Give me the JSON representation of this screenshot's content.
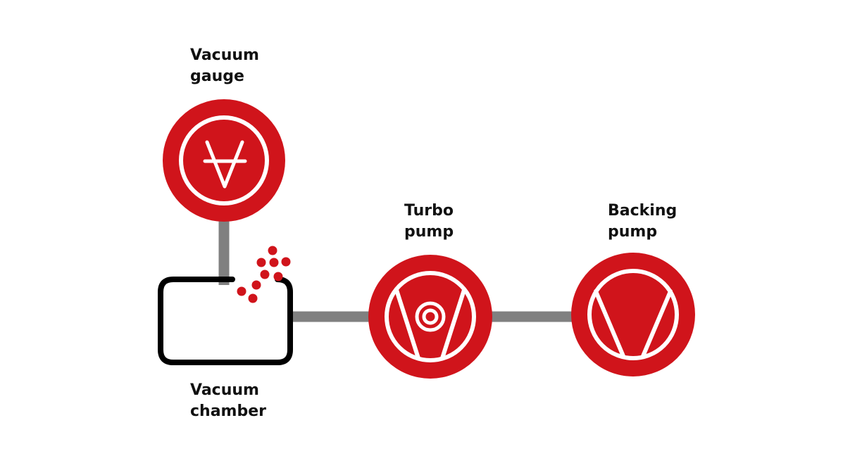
{
  "colors": {
    "accent": "#d0141b",
    "pipe": "#808080",
    "chamber_outline": "#000000",
    "symbol_stroke": "#ffffff"
  },
  "components": {
    "vacuum_gauge": {
      "label_line1": "Vacuum",
      "label_line2": "gauge",
      "icon": "vacuum-gauge-icon"
    },
    "turbo_pump": {
      "label_line1": "Turbo",
      "label_line2": "pump",
      "icon": "turbo-pump-icon"
    },
    "backing_pump": {
      "label_line1": "Backing",
      "label_line2": "pump",
      "icon": "backing-pump-icon"
    },
    "vacuum_chamber": {
      "label_line1": "Vacuum",
      "label_line2": "chamber",
      "icon": "vacuum-chamber-icon"
    }
  },
  "connections": [
    {
      "from": "vacuum_gauge",
      "to": "vacuum_chamber"
    },
    {
      "from": "vacuum_chamber",
      "to": "turbo_pump"
    },
    {
      "from": "turbo_pump",
      "to": "backing_pump"
    }
  ],
  "gas_particles": {
    "icon": "gas-particles-icon",
    "count": 9
  }
}
